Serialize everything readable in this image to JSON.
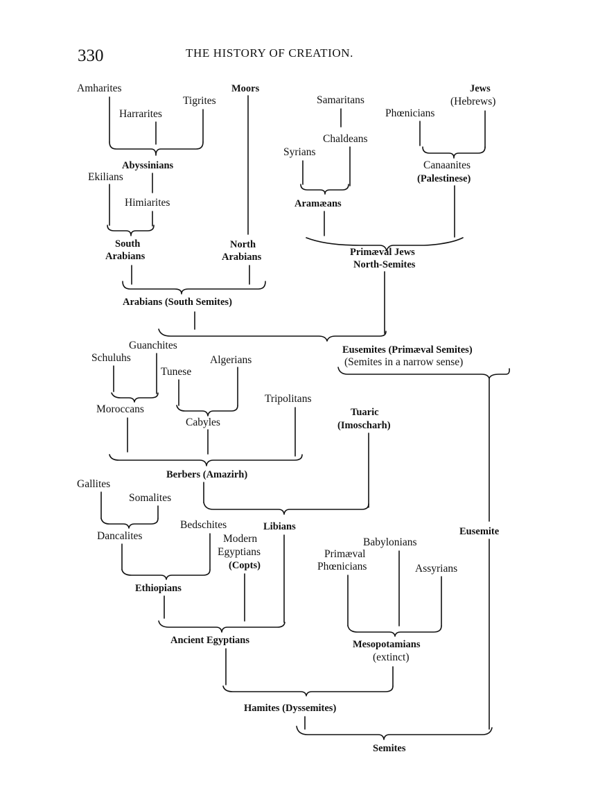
{
  "header": {
    "page_number": "330",
    "title": "THE HISTORY OF CREATION."
  },
  "nodes": {
    "amharites": "Amharites",
    "moors": "Moors",
    "tigrites": "Tigrites",
    "harrarites": "Harrarites",
    "abyssinians": "Abyssinians",
    "ekilians": "Ekilians",
    "himiarites": "Himiarites",
    "south_arabians_1": "South",
    "south_arabians_2": "Arabians",
    "north_arabians_1": "North",
    "north_arabians_2": "Arabians",
    "arabians": "Arabians (South Semites)",
    "jews_1": "Jews",
    "jews_2": "(Hebrews)",
    "samaritans": "Samaritans",
    "phoenicians": "Phœnicians",
    "chaldeans": "Chaldeans",
    "syrians": "Syrians",
    "canaanites_1": "Canaanites",
    "canaanites_2": "(Palestinese)",
    "arameans": "Aramæans",
    "primaeval_jews_1": "Primæval Jews",
    "primaeval_jews_2": "North-Semites",
    "eusemites_1": "Eusemites (Primæval Semites)",
    "eusemites_2": "(Semites in a narrow sense)",
    "guanchites": "Guanchites",
    "schuluhs": "Schuluhs",
    "tunese": "Tunese",
    "algerians": "Algerians",
    "moroccans": "Moroccans",
    "cabyles": "Cabyles",
    "tripolitans": "Tripolitans",
    "tuaric_1": "Tuaric",
    "tuaric_2": "(Imoscharh)",
    "berbers": "Berbers (Amazirh)",
    "gallites": "Gallites",
    "somalites": "Somalites",
    "dancalites": "Dancalites",
    "bedschites": "Bedschites",
    "libians": "Libians",
    "modern_egyptians_1": "Modern",
    "modern_egyptians_2": "Egyptians",
    "modern_egyptians_3": "(Copts)",
    "ethiopians": "Ethiopians",
    "babylonians": "Babylonians",
    "primaeval_phoenicians_1": "Primæval",
    "primaeval_phoenicians_2": "Phœnicians",
    "assyrians": "Assyrians",
    "eusemite": "Eusemite",
    "ancient_egyptians": "Ancient Egyptians",
    "mesopotamians_1": "Mesopotamians",
    "mesopotamians_2": "(extinct)",
    "hamites": "Hamites (Dyssemites)",
    "semites": "Semites"
  }
}
